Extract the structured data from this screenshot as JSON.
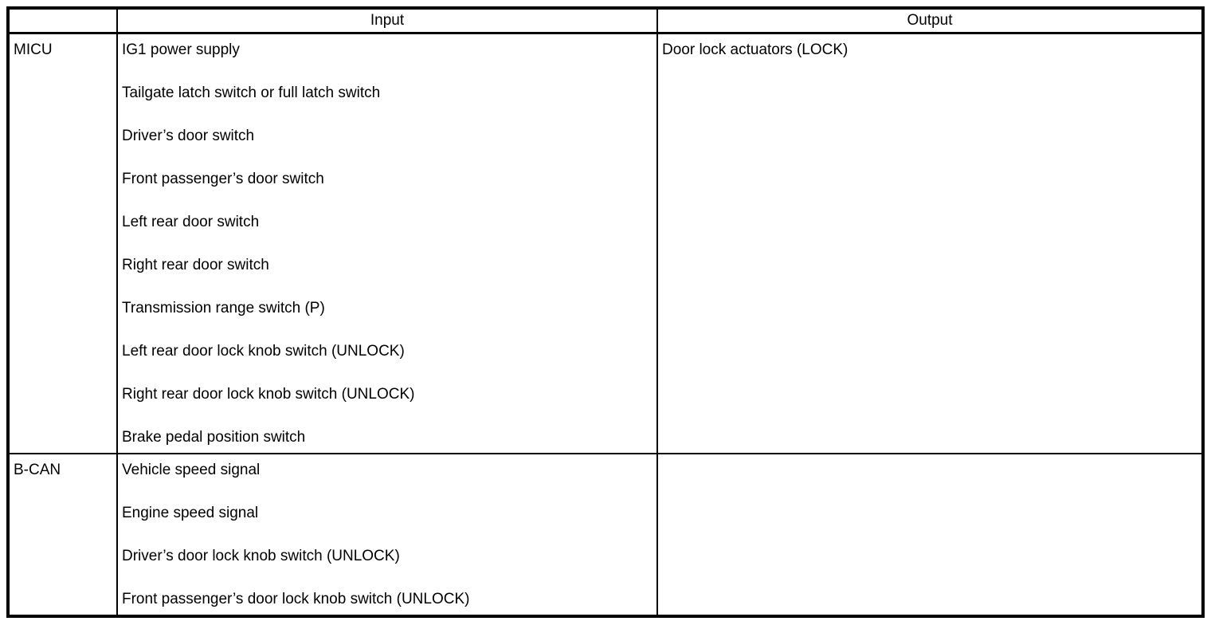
{
  "table": {
    "header": {
      "source_label": "",
      "input_label": "Input",
      "output_label": "Output"
    },
    "rows": [
      {
        "source": "MICU",
        "inputs": [
          "IG1 power supply",
          "Tailgate latch switch or full latch switch",
          "Driver’s door switch",
          "Front passenger’s door switch",
          "Left rear door switch",
          "Right rear door switch",
          "Transmission range switch (P)",
          "Left rear door lock knob switch (UNLOCK)",
          "Right rear door lock knob switch (UNLOCK)",
          "Brake pedal position switch"
        ],
        "outputs": [
          "Door lock actuators (LOCK)"
        ]
      },
      {
        "source": "B-CAN",
        "inputs": [
          "Vehicle speed signal",
          "Engine speed signal",
          "Driver’s door lock knob switch (UNLOCK)",
          "Front passenger’s door lock knob switch (UNLOCK)"
        ],
        "outputs": []
      }
    ]
  }
}
